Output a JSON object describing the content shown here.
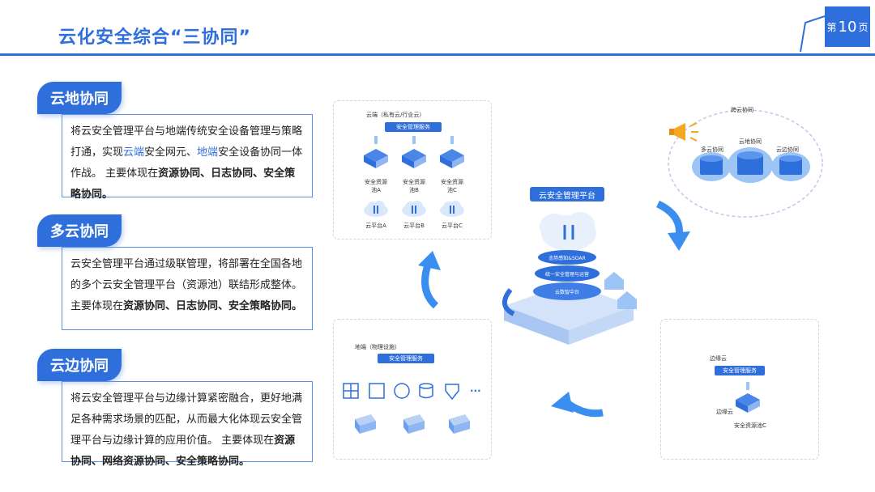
{
  "header": {
    "title": "云化安全综合“三协同”",
    "page_prefix": "第",
    "page_number": "10",
    "page_suffix": "页"
  },
  "sections": [
    {
      "tab": "云地协同",
      "text_1": "将云安全管理平台与地端传统安全设备管理与策略打通，实现",
      "highlight_1": "云端",
      "text_2": "安全网元、",
      "highlight_2": "地端",
      "text_3": "安全设备协同一体作战。 主要体现在",
      "bold": "资源协同、日志协同、安全策略协同。"
    },
    {
      "tab": "多云协同",
      "text_1": "云安全管理平台通过级联管理，将部署在全国各地的多个云安全管理平台（资源池）联结形成整体。 主要体现在",
      "bold": "资源协同、日志协同、安全策略协同。"
    },
    {
      "tab": "云边协同",
      "text_1": "将云安全管理平台与边缘计算紧密融合，更好地满足各种需求场景的匹配，从而最大化体现云安全管理平台与边缘计算的应用价值。 主要体现在",
      "bold": "资源协同、网络资源协同、安全策略协同。"
    }
  ],
  "diagram": {
    "cloud_panel": {
      "label": "云端（私有云/行业云）",
      "service": "安全管理服务",
      "pools": [
        "安全资源池A",
        "安全资源池B",
        "安全资源池C"
      ],
      "platforms": [
        "云平台A",
        "云平台B",
        "云平台C"
      ]
    },
    "multi_panel": {
      "label": "跨云协同",
      "items": [
        "多云协同",
        "云地协同",
        "云边协同"
      ]
    },
    "center": {
      "title": "云安全管理平台",
      "layers": [
        "态势感知&SOAR",
        "统一安全管理与运营",
        "云数智中台"
      ]
    },
    "ground_panel": {
      "label": "地端（物理设施）",
      "service": "安全管理服务",
      "more": "···"
    },
    "edge_panel": {
      "label": "边缘云",
      "service": "安全管理服务",
      "node": "边缘云",
      "pool": "安全资源池C"
    }
  },
  "colors": {
    "primary": "#2f6fdc",
    "arrow": "#3a8ef0"
  }
}
